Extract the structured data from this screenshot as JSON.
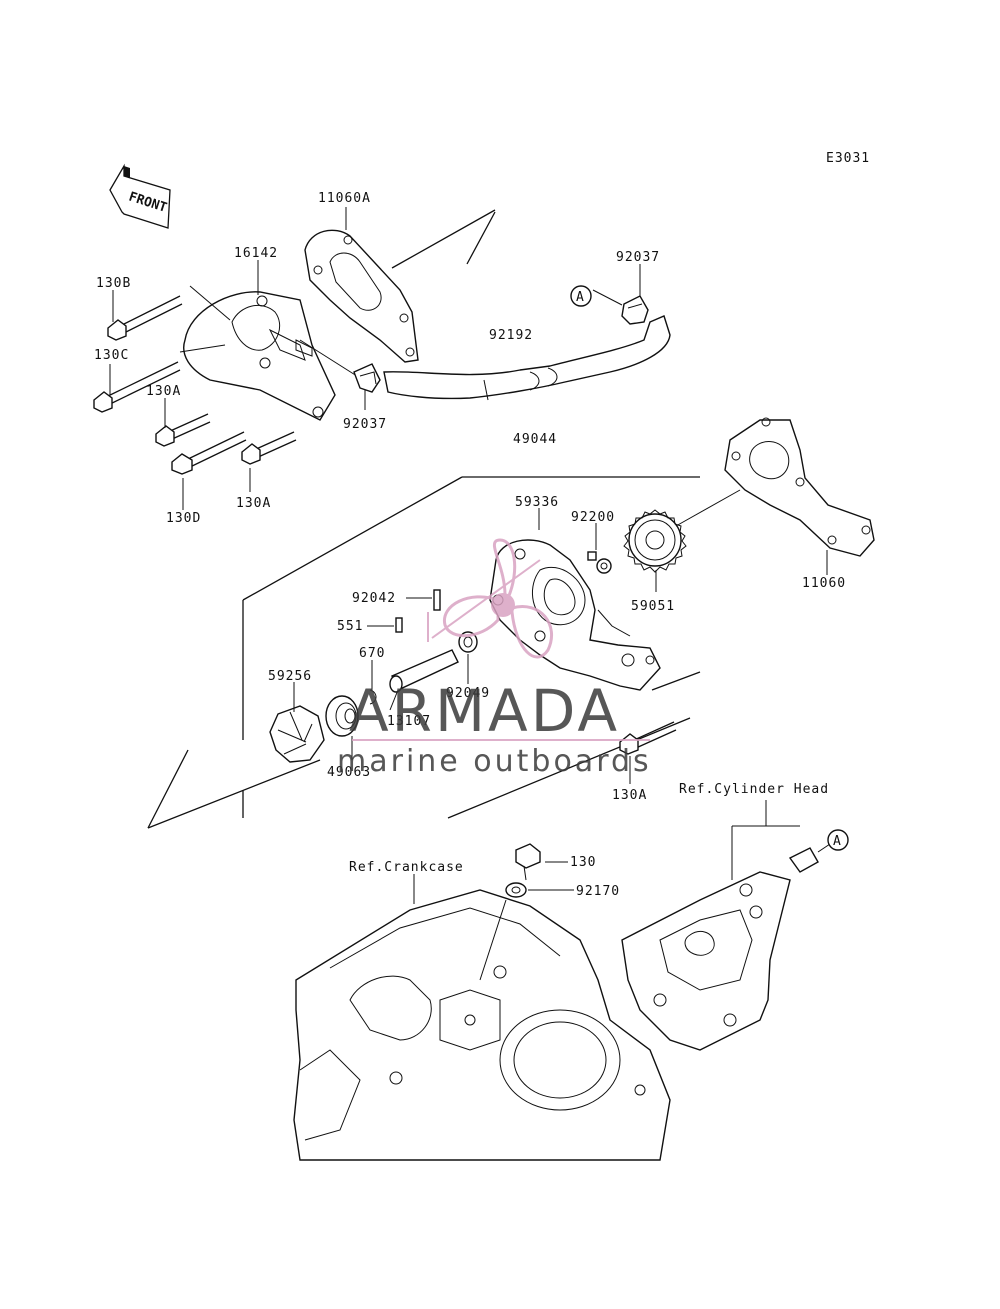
{
  "diagram": {
    "code": "E3031",
    "front_label": "FRONT",
    "callout_a": "A",
    "labels": {
      "p11060A": "11060A",
      "p16142": "16142",
      "p130B": "130B",
      "p130C": "130C",
      "p130A_1": "130A",
      "p130A_2": "130A",
      "p130D": "130D",
      "p92037_1": "92037",
      "p92037_2": "92037",
      "p92192": "92192",
      "p49044": "49044",
      "p59336": "59336",
      "p92200": "92200",
      "p59051": "59051",
      "p11060": "11060",
      "p92042": "92042",
      "p551": "551",
      "p670": "670",
      "p59256": "59256",
      "p13107": "13107",
      "p92049": "92049",
      "p49063": "49063",
      "p130A_3": "130A",
      "p130": "130",
      "p92170": "92170",
      "ref_cylinder_head": "Ref.Cylinder Head",
      "ref_crankcase": "Ref.Crankcase"
    }
  },
  "watermark": {
    "brand": "ARMADA",
    "tagline": "marine outboards",
    "color_pink": "#d9a3c2",
    "color_text": "#3a3a3a"
  }
}
